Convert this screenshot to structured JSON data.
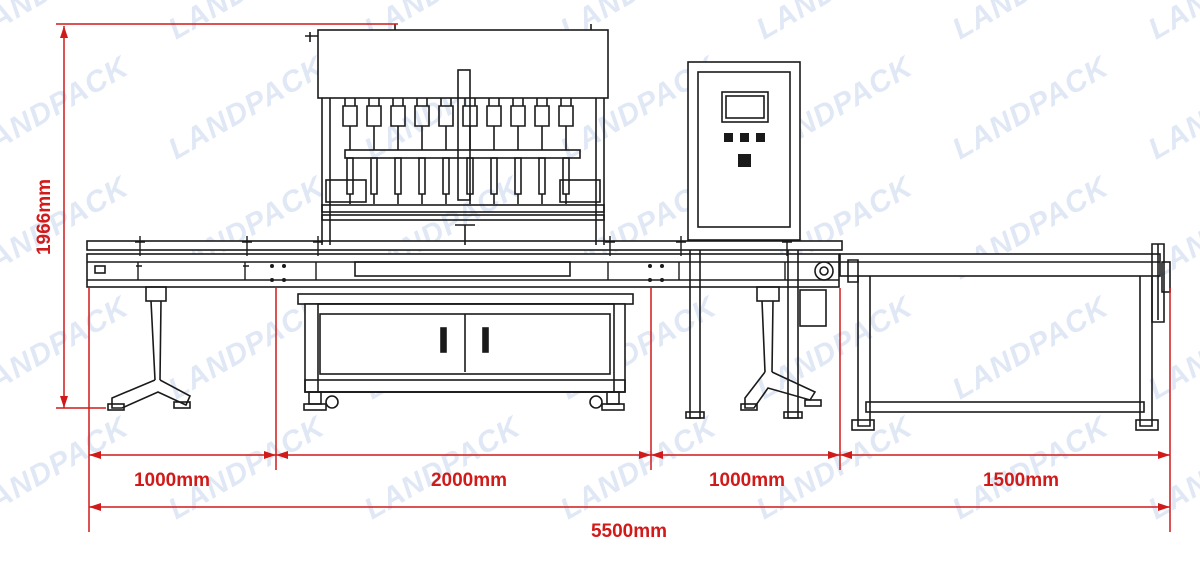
{
  "watermark": "LANDPACK",
  "colors": {
    "dimension": "#d11a1a",
    "line": "#1a1a1a",
    "watermark": "#c9d6ee"
  },
  "dimensions": {
    "height": "1966mm",
    "seg1": "1000mm",
    "seg2": "2000mm",
    "seg3": "1000mm",
    "seg4": "1500mm",
    "total": "5500mm"
  }
}
